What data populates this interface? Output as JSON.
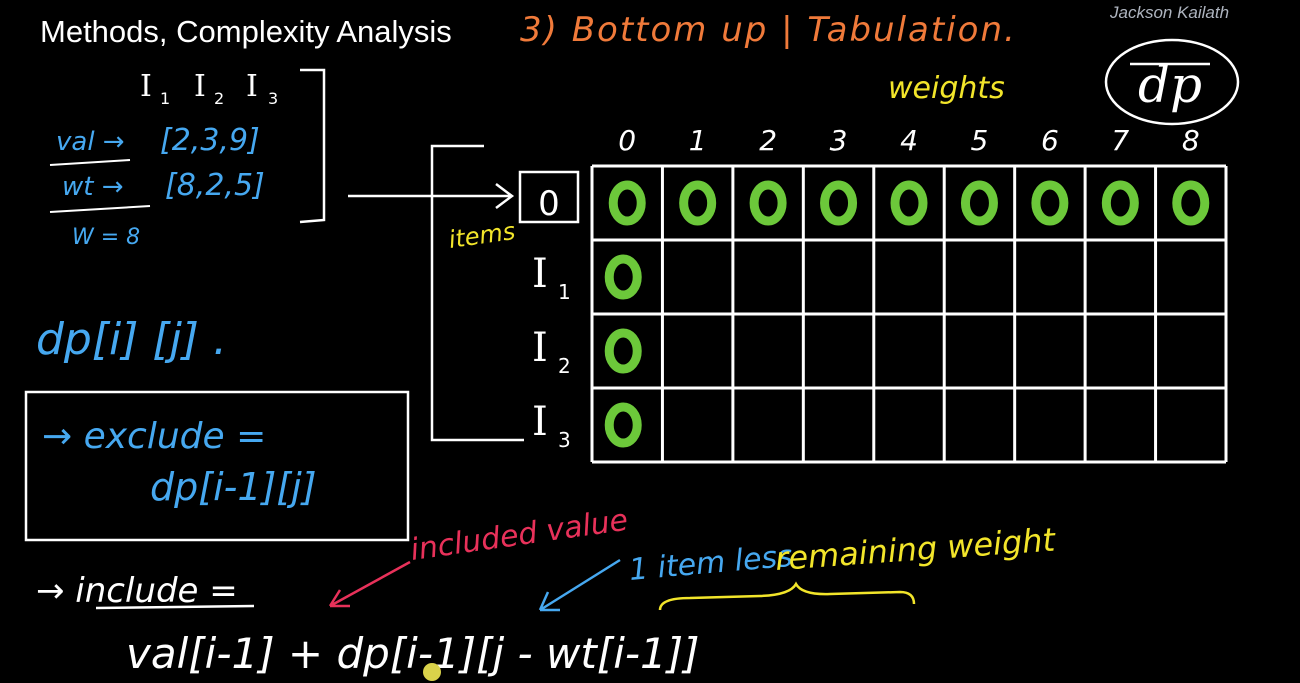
{
  "header": {
    "title": "Methods, Complexity Analysis",
    "author": "Jackson Kailath",
    "method_heading": "3) Bottom up | Tabulation."
  },
  "badge": "dp",
  "problem": {
    "items": [
      "I",
      "I",
      "I"
    ],
    "item_subs": [
      "1",
      "2",
      "3"
    ],
    "val_label": "val →",
    "val_array": "[2,3,9]",
    "wt_label": "wt →",
    "wt_array": "[8,2,5]",
    "capacity": "W = 8"
  },
  "state": "dp[i] [j] .",
  "exclude_box": {
    "line1": "→ exclude =",
    "line2": "dp[i-1][j]"
  },
  "include_line": {
    "label": "→ include =",
    "expression": "val[i-1] + dp[i-1][j - wt[i-1]]"
  },
  "annotations": {
    "included_value": "included value",
    "item_less": "1 item less",
    "remaining_weight": "remaining weight"
  },
  "table": {
    "weights_label": "weights",
    "items_label": "items",
    "weight_headers": [
      "0",
      "1",
      "2",
      "3",
      "4",
      "5",
      "6",
      "7",
      "8"
    ],
    "row_headers": [
      "0",
      "I",
      "I",
      "I"
    ],
    "row_subs": [
      "",
      "1",
      "2",
      "3"
    ],
    "zero_glyph": "0"
  },
  "colors": {
    "background": "#000000",
    "chalk_white": "#ffffff",
    "blue": "#46a8f0",
    "orange": "#f07a3a",
    "yellow": "#f2e52a",
    "red": "#e8315a",
    "green": "#6cc83a"
  }
}
